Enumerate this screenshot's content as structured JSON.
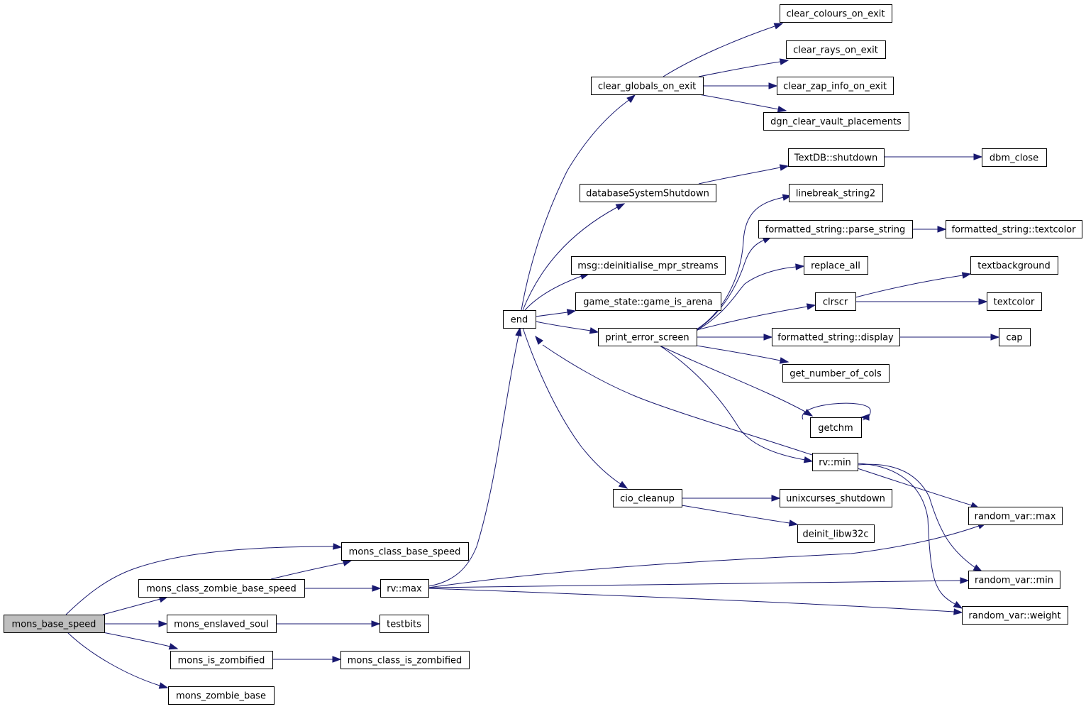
{
  "graph": {
    "colors": {
      "edge": "#191970",
      "node_fill": "#ffffff",
      "root_fill": "#bfbfbf",
      "node_border": "#000000"
    },
    "nodes": [
      {
        "id": "mons_base_speed",
        "label": "mons_base_speed",
        "root": true
      },
      {
        "id": "mons_class_base_speed",
        "label": "mons_class_base_speed"
      },
      {
        "id": "mons_class_zombie_base_speed",
        "label": "mons_class_zombie_base_speed"
      },
      {
        "id": "mons_enslaved_soul",
        "label": "mons_enslaved_soul"
      },
      {
        "id": "mons_is_zombified",
        "label": "mons_is_zombified"
      },
      {
        "id": "mons_zombie_base",
        "label": "mons_zombie_base"
      },
      {
        "id": "rv_max",
        "label": "rv::max"
      },
      {
        "id": "testbits",
        "label": "testbits"
      },
      {
        "id": "mons_class_is_zombified",
        "label": "mons_class_is_zombified"
      },
      {
        "id": "end",
        "label": "end"
      },
      {
        "id": "clear_globals_on_exit",
        "label": "clear_globals_on_exit"
      },
      {
        "id": "databaseSystemShutdown",
        "label": "databaseSystemShutdown"
      },
      {
        "id": "deinit_mpr",
        "label": "msg::deinitialise_mpr_streams"
      },
      {
        "id": "game_is_arena",
        "label": "game_state::game_is_arena"
      },
      {
        "id": "print_error_screen",
        "label": "print_error_screen"
      },
      {
        "id": "cio_cleanup",
        "label": "cio_cleanup"
      },
      {
        "id": "clear_colours_on_exit",
        "label": "clear_colours_on_exit"
      },
      {
        "id": "clear_rays_on_exit",
        "label": "clear_rays_on_exit"
      },
      {
        "id": "clear_zap_info_on_exit",
        "label": "clear_zap_info_on_exit"
      },
      {
        "id": "dgn_clear_vault_placements",
        "label": "dgn_clear_vault_placements"
      },
      {
        "id": "textdb_shutdown",
        "label": "TextDB::shutdown"
      },
      {
        "id": "dbm_close",
        "label": "dbm_close"
      },
      {
        "id": "linebreak_string2",
        "label": "linebreak_string2"
      },
      {
        "id": "fs_parse_string",
        "label": "formatted_string::parse_string"
      },
      {
        "id": "fs_textcolor",
        "label": "formatted_string::textcolor"
      },
      {
        "id": "replace_all",
        "label": "replace_all"
      },
      {
        "id": "clrscr",
        "label": "clrscr"
      },
      {
        "id": "textbackground",
        "label": "textbackground"
      },
      {
        "id": "textcolor",
        "label": "textcolor"
      },
      {
        "id": "fs_display",
        "label": "formatted_string::display"
      },
      {
        "id": "cap",
        "label": "cap"
      },
      {
        "id": "get_number_of_cols",
        "label": "get_number_of_cols"
      },
      {
        "id": "getchm",
        "label": "getchm"
      },
      {
        "id": "rv_min",
        "label": "rv::min"
      },
      {
        "id": "unixcurses_shutdown",
        "label": "unixcurses_shutdown"
      },
      {
        "id": "deinit_libw32c",
        "label": "deinit_libw32c"
      },
      {
        "id": "random_var_max",
        "label": "random_var::max"
      },
      {
        "id": "random_var_min",
        "label": "random_var::min"
      },
      {
        "id": "random_var_weight",
        "label": "random_var::weight"
      }
    ],
    "edges": [
      [
        "mons_base_speed",
        "mons_class_base_speed"
      ],
      [
        "mons_base_speed",
        "mons_class_zombie_base_speed"
      ],
      [
        "mons_base_speed",
        "mons_enslaved_soul"
      ],
      [
        "mons_base_speed",
        "mons_is_zombified"
      ],
      [
        "mons_base_speed",
        "mons_zombie_base"
      ],
      [
        "mons_class_zombie_base_speed",
        "mons_class_base_speed"
      ],
      [
        "mons_class_zombie_base_speed",
        "rv_max"
      ],
      [
        "mons_enslaved_soul",
        "testbits"
      ],
      [
        "mons_is_zombified",
        "mons_class_is_zombified"
      ],
      [
        "rv_max",
        "end"
      ],
      [
        "rv_max",
        "random_var_max"
      ],
      [
        "rv_max",
        "random_var_min"
      ],
      [
        "rv_max",
        "random_var_weight"
      ],
      [
        "end",
        "clear_globals_on_exit"
      ],
      [
        "end",
        "databaseSystemShutdown"
      ],
      [
        "end",
        "deinit_mpr"
      ],
      [
        "end",
        "game_is_arena"
      ],
      [
        "end",
        "print_error_screen"
      ],
      [
        "end",
        "cio_cleanup"
      ],
      [
        "clear_globals_on_exit",
        "clear_colours_on_exit"
      ],
      [
        "clear_globals_on_exit",
        "clear_rays_on_exit"
      ],
      [
        "clear_globals_on_exit",
        "clear_zap_info_on_exit"
      ],
      [
        "clear_globals_on_exit",
        "dgn_clear_vault_placements"
      ],
      [
        "databaseSystemShutdown",
        "textdb_shutdown"
      ],
      [
        "textdb_shutdown",
        "dbm_close"
      ],
      [
        "print_error_screen",
        "linebreak_string2"
      ],
      [
        "print_error_screen",
        "fs_parse_string"
      ],
      [
        "print_error_screen",
        "replace_all"
      ],
      [
        "print_error_screen",
        "clrscr"
      ],
      [
        "print_error_screen",
        "fs_display"
      ],
      [
        "print_error_screen",
        "get_number_of_cols"
      ],
      [
        "print_error_screen",
        "getchm"
      ],
      [
        "print_error_screen",
        "rv_min"
      ],
      [
        "fs_parse_string",
        "fs_textcolor"
      ],
      [
        "clrscr",
        "textbackground"
      ],
      [
        "clrscr",
        "textcolor"
      ],
      [
        "fs_display",
        "cap"
      ],
      [
        "getchm",
        "getchm"
      ],
      [
        "rv_min",
        "end"
      ],
      [
        "rv_min",
        "random_var_max"
      ],
      [
        "rv_min",
        "random_var_min"
      ],
      [
        "rv_min",
        "random_var_weight"
      ],
      [
        "cio_cleanup",
        "unixcurses_shutdown"
      ],
      [
        "cio_cleanup",
        "deinit_libw32c"
      ]
    ]
  }
}
